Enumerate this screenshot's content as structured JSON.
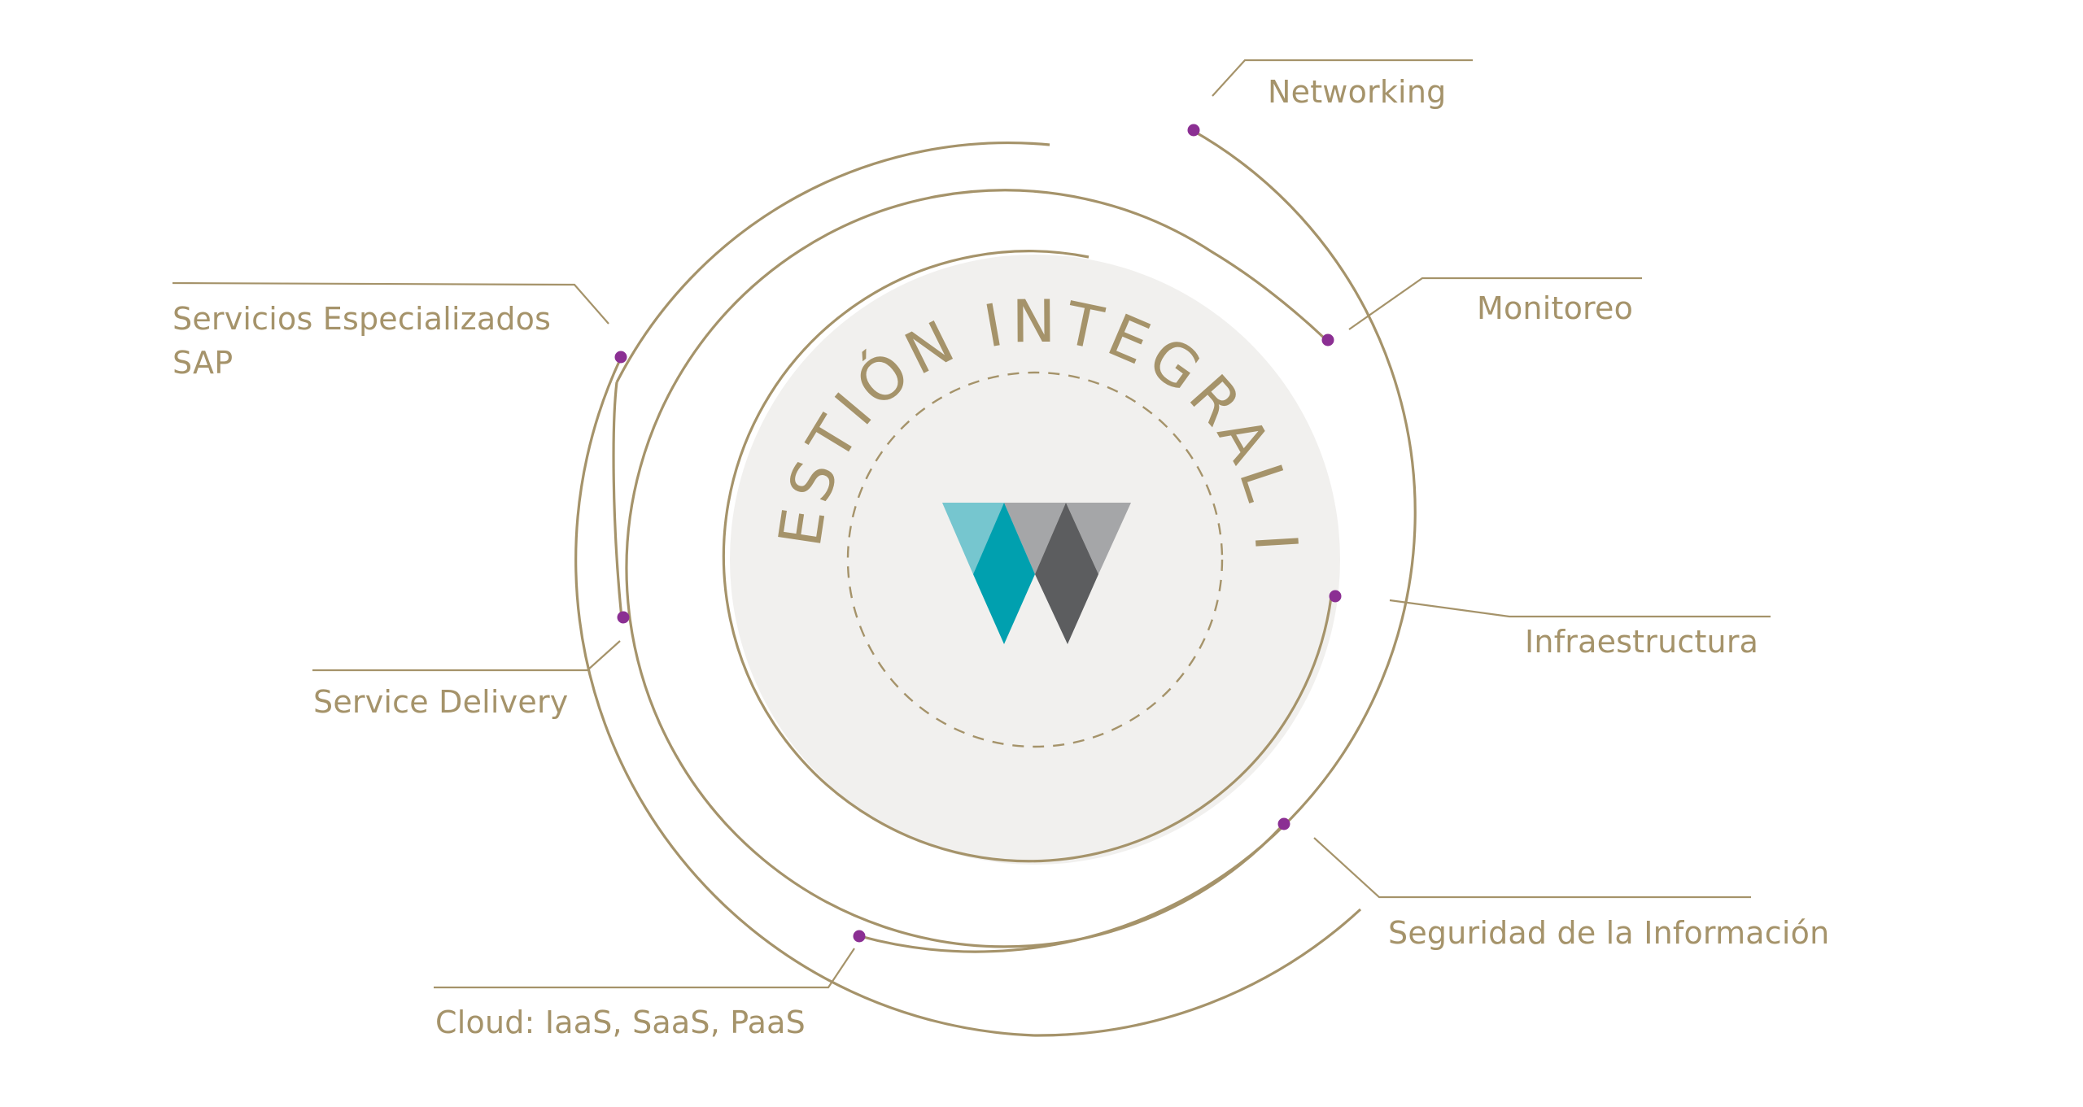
{
  "diagram": {
    "center_title": "GESTIÓN INTEGRAL IT",
    "labels": {
      "networking": "Networking",
      "monitoreo": "Monitoreo",
      "infraestructura": "Infraestructura",
      "seguridad": "Seguridad de la Información",
      "cloud": "Cloud: IaaS, SaaS, PaaS",
      "service_delivery": "Service Delivery",
      "servicios_line1": "Servicios Especializados",
      "servicios_line2": "SAP"
    }
  },
  "colors": {
    "line": "#A5936A",
    "text": "#A5936A",
    "dot": "#8B2F93",
    "center_fill": "#F1F0EE",
    "logo_teal": "#00A0AF",
    "logo_teal_light": "#76C6CF",
    "logo_gray": "#A5A6A8",
    "logo_dark": "#5C5D5F"
  },
  "icons": {
    "logo": "w-logo-icon",
    "node": "dot-icon"
  }
}
